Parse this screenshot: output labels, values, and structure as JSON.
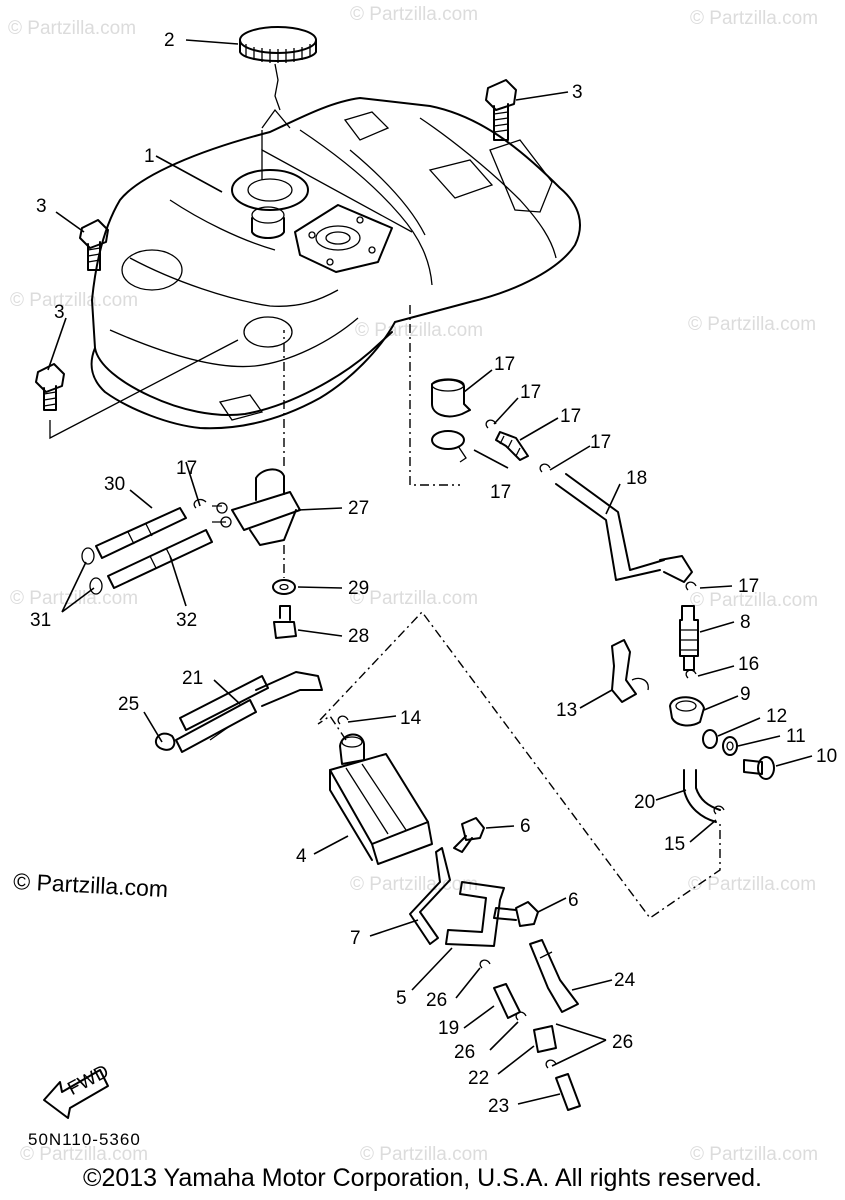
{
  "watermark_small": "© Partzilla.com",
  "watermark_main": "© Partzilla.com",
  "fwd_label": "FWD",
  "drawing_code": "50N110-5360",
  "copyright": "©2013 Yamaha Motor Corporation, U.S.A. All rights reserved.",
  "callouts": [
    "1",
    "2",
    "3",
    "3",
    "3",
    "4",
    "5",
    "6",
    "6",
    "7",
    "8",
    "9",
    "10",
    "11",
    "12",
    "13",
    "14",
    "15",
    "16",
    "17",
    "17",
    "17",
    "17",
    "17",
    "17",
    "17",
    "18",
    "19",
    "20",
    "21",
    "22",
    "23",
    "24",
    "25",
    "26",
    "26",
    "26",
    "27",
    "28",
    "29",
    "30",
    "31",
    "32"
  ]
}
